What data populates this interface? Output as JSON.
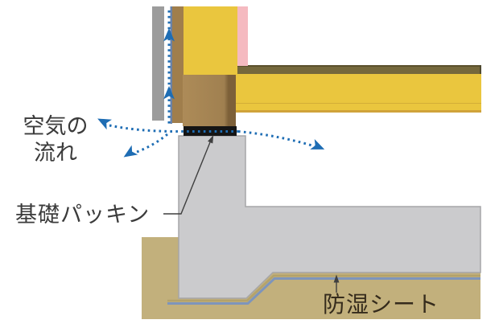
{
  "diagram": {
    "kind": "house-foundation-ventilation-section",
    "labels": {
      "airflow_line1": "空気の",
      "airflow_line2": "流れ",
      "foundation_packing": "基礎パッキン",
      "moisture_sheet": "防湿シート"
    },
    "colors": {
      "background": "#ffffff",
      "airflow_blue": "#1e6db4",
      "siding_gray": "#9c9c9c",
      "wall_sheet_blue": "#6a82a8",
      "furring_brown": "#a07e4c",
      "wall_yellow": "#eac63e",
      "wall_yellow_edge": "#d0a33b",
      "interior_pink": "#f5bac0",
      "floorboard_olive": "#75683c",
      "floorboard_edge": "#4f4a30",
      "sill_brown_light": "#ad8b58",
      "sill_brown": "#a08050",
      "sill_brown_dark": "#7d6039",
      "packing_black": "#151515",
      "concrete_gray": "#cbcbcd",
      "concrete_edge": "#a6a6a8",
      "ground_tan": "#c2b07c",
      "sheet_blue": "#7e95bb",
      "sheet_underlay_tan": "#b3a26b",
      "label_dark": "#3b3b3b",
      "sheet_label_dark": "#352b1c",
      "leader_line": "#3f3f3f"
    }
  }
}
